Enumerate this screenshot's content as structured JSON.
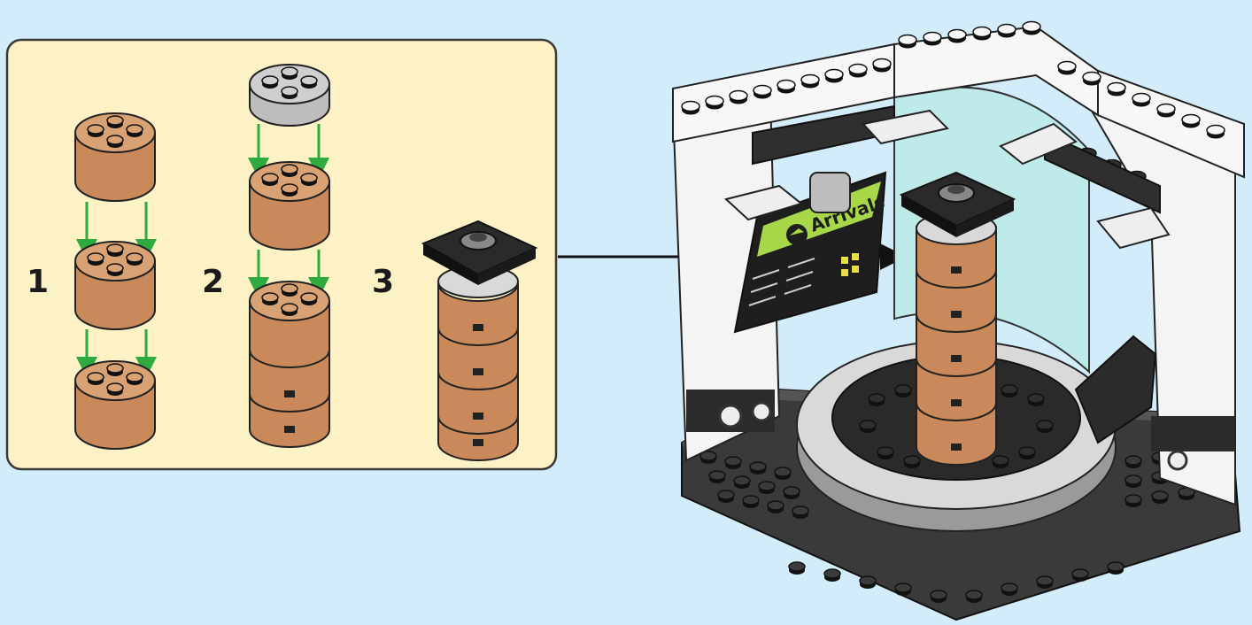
{
  "instructions": {
    "steps": [
      {
        "number": "1"
      },
      {
        "number": "2"
      },
      {
        "number": "3"
      }
    ],
    "sign_text": "Arrivals"
  },
  "colors": {
    "background": "#d3ecf9",
    "panel_fill": "#fdf2c6",
    "brick_brown": "#c9895a",
    "brick_brown_top": "#d9a274",
    "plate_gray": "#bdbdbd",
    "tile_black": "#2a2a2a",
    "arrow_green": "#2faa3f",
    "sign_green": "#a8d84a",
    "glass": "#bfeaea",
    "white_brick": "#f4f4f4",
    "dark_floor": "#2f2f2f"
  },
  "icons": [
    "down-arrow-icon",
    "pointer-arrow-icon",
    "airplane-icon"
  ]
}
